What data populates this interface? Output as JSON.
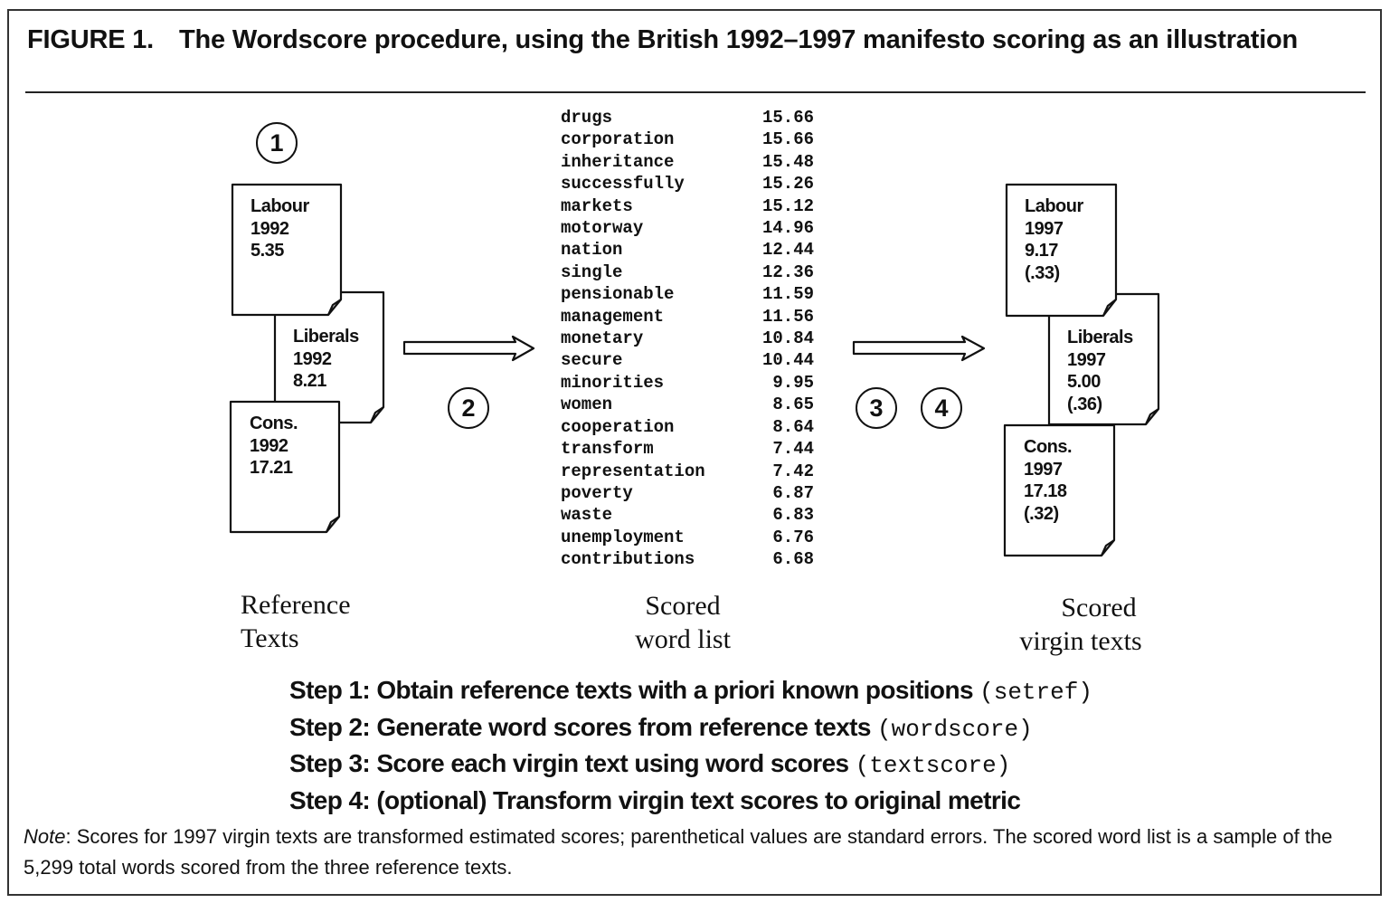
{
  "figure": {
    "label": "FIGURE 1.",
    "title": "The Wordscore procedure, using the British 1992–1997 manifesto scoring as an illustration"
  },
  "reference_texts": [
    {
      "party": "Labour",
      "year": "1992",
      "score": "5.35"
    },
    {
      "party": "Liberals",
      "year": "1992",
      "score": "8.21"
    },
    {
      "party": "Cons.",
      "year": "1992",
      "score": "17.21"
    }
  ],
  "virgin_texts": [
    {
      "party": "Labour",
      "year": "1997",
      "score": "9.17",
      "se": "(.33)"
    },
    {
      "party": "Liberals",
      "year": "1997",
      "score": "5.00",
      "se": "(.36)"
    },
    {
      "party": "Cons.",
      "year": "1997",
      "score": "17.18",
      "se": "(.32)"
    }
  ],
  "step_markers": [
    "1",
    "2",
    "3",
    "4"
  ],
  "word_list": [
    {
      "word": "drugs",
      "score": "15.66"
    },
    {
      "word": "corporation",
      "score": "15.66"
    },
    {
      "word": "inheritance",
      "score": "15.48"
    },
    {
      "word": "successfully",
      "score": "15.26"
    },
    {
      "word": "markets",
      "score": "15.12"
    },
    {
      "word": "motorway",
      "score": "14.96"
    },
    {
      "word": "nation",
      "score": "12.44"
    },
    {
      "word": "single",
      "score": "12.36"
    },
    {
      "word": "pensionable",
      "score": "11.59"
    },
    {
      "word": "management",
      "score": "11.56"
    },
    {
      "word": "monetary",
      "score": "10.84"
    },
    {
      "word": "secure",
      "score": "10.44"
    },
    {
      "word": "minorities",
      "score": "9.95"
    },
    {
      "word": "women",
      "score": "8.65"
    },
    {
      "word": "cooperation",
      "score": "8.64"
    },
    {
      "word": "transform",
      "score": "7.44"
    },
    {
      "word": "representation",
      "score": "7.42"
    },
    {
      "word": "poverty",
      "score": "6.87"
    },
    {
      "word": "waste",
      "score": "6.83"
    },
    {
      "word": "unemployment",
      "score": "6.76"
    },
    {
      "word": "contributions",
      "score": "6.68"
    }
  ],
  "captions": {
    "reference": [
      "Reference",
      "Texts"
    ],
    "word_list": [
      "Scored",
      "word list"
    ],
    "virgin": [
      "Scored",
      "virgin texts"
    ]
  },
  "steps": [
    {
      "text": "Step 1: Obtain reference texts with a priori known positions ",
      "command": "(setref)"
    },
    {
      "text": "Step 2: Generate word scores from reference texts ",
      "command": "(wordscore)"
    },
    {
      "text": "Step 3: Score each virgin text using word scores ",
      "command": "(textscore)"
    },
    {
      "text": "Step 4: (optional) Transform virgin text scores to original metric",
      "command": ""
    }
  ],
  "note": {
    "label": "Note",
    "text": ": Scores for 1997 virgin texts are transformed estimated scores; parenthetical values are standard errors. The scored word list is a sample of the 5,299 total words scored from the three reference texts."
  }
}
